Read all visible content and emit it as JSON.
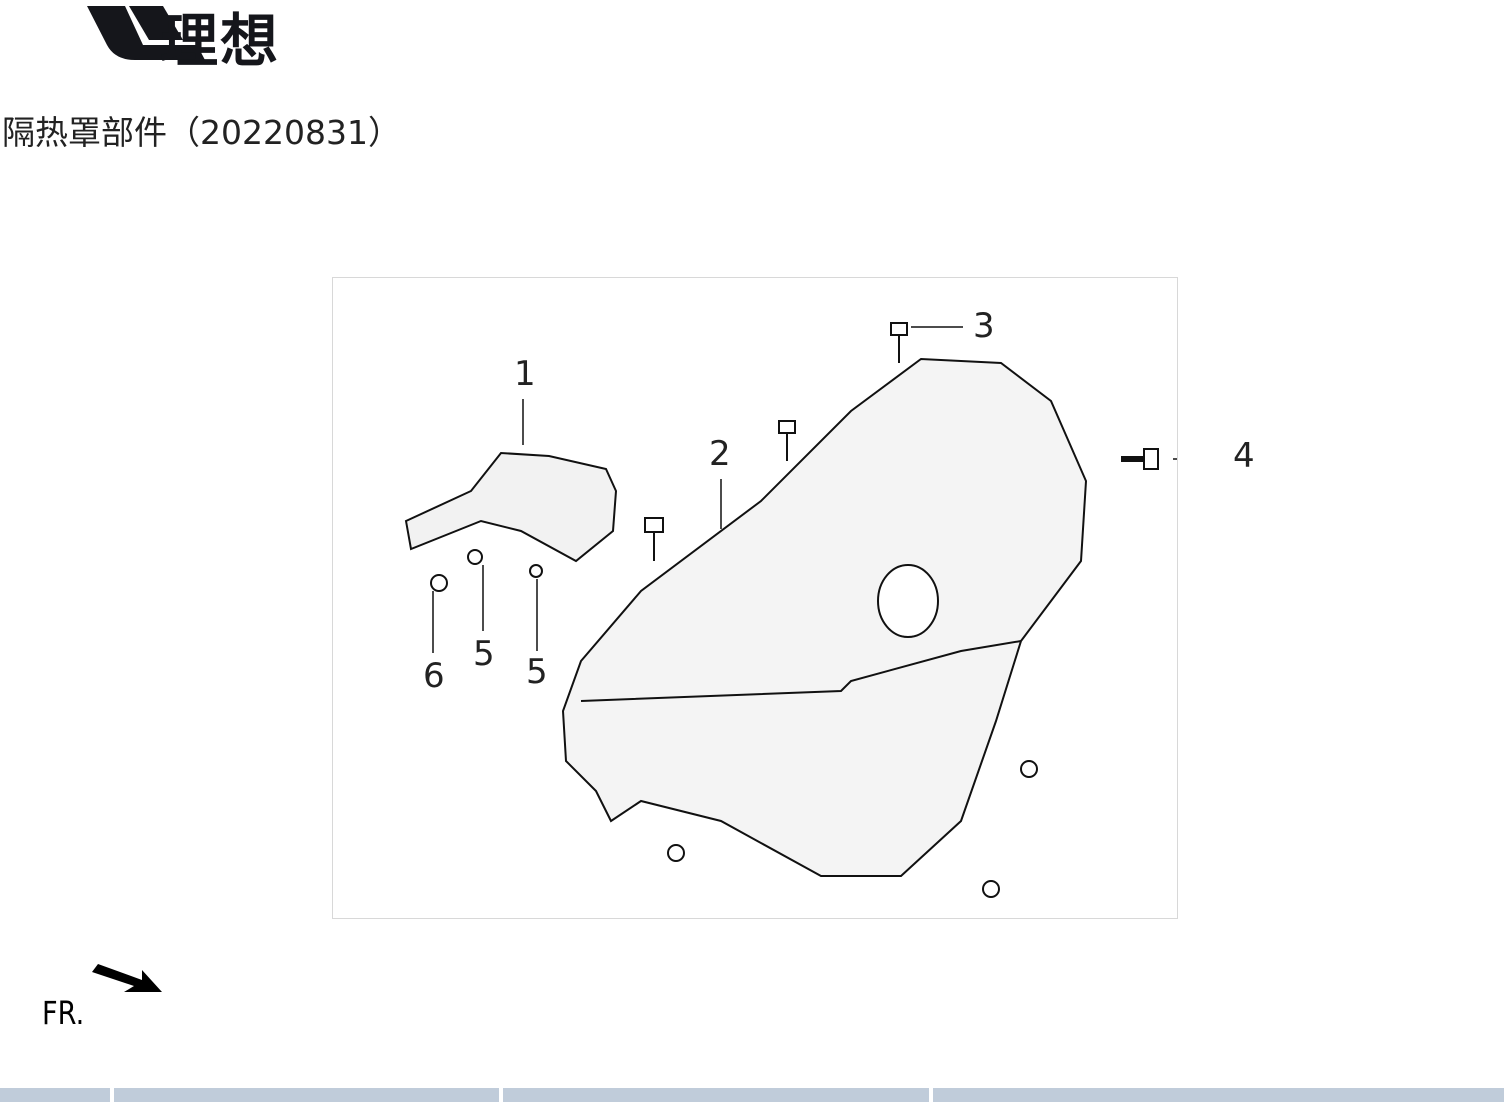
{
  "header": {
    "brand": "理想",
    "title": "隔热罩部件（20220831）"
  },
  "diagram": {
    "callouts": [
      "1",
      "2",
      "3",
      "4",
      "5",
      "5",
      "6"
    ]
  },
  "orientation": {
    "label": "FR."
  },
  "colors": {
    "table_header": "#c0ccda",
    "logo": "#15161b"
  }
}
